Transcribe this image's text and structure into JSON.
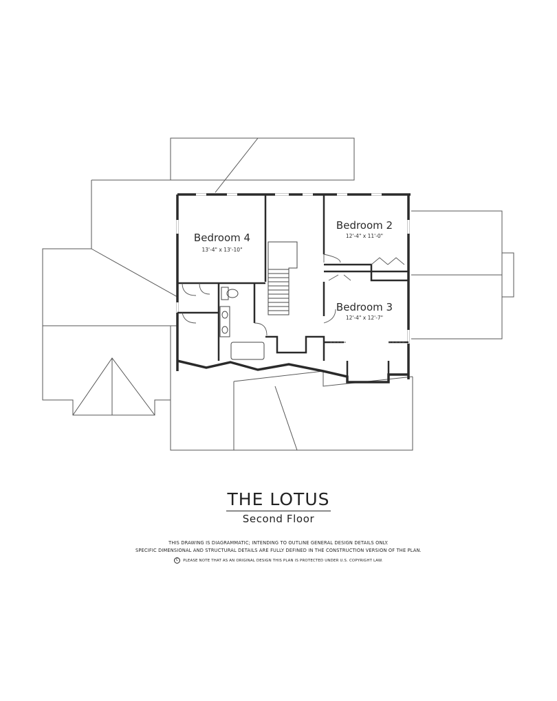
{
  "rooms": {
    "bedroom4": {
      "name": "Bedroom 4",
      "dims": "13'-4\" x 13'-10\""
    },
    "bedroom2": {
      "name": "Bedroom 2",
      "dims": "12'-4\" x 11'-0\""
    },
    "bedroom3": {
      "name": "Bedroom 3",
      "dims": "12'-4\" x 12'-7\""
    }
  },
  "plan_title": "THE LOTUS",
  "plan_subtitle": "Second Floor",
  "disclaimer_line1": "THIS DRAWING IS DIAGRAMMATIC; INTENDING TO OUTLINE GENERAL DESIGN DETAILS ONLY.",
  "disclaimer_line2": "SPECIFIC DIMENSIONAL AND STRUCTURAL DETAILS ARE FULLY DEFINED IN THE CONSTRUCTION VERSION OF THE PLAN.",
  "copyright_symbol": "C",
  "copyright_notice": "PLEASE NOTE THAT AS AN ORIGINAL DESIGN THIS PLAN IS PROTECTED UNDER U.S. COPYRIGHT LAW.",
  "colors": {
    "line": "#2a2a2a",
    "thin_line": "#555555",
    "background": "#ffffff"
  }
}
